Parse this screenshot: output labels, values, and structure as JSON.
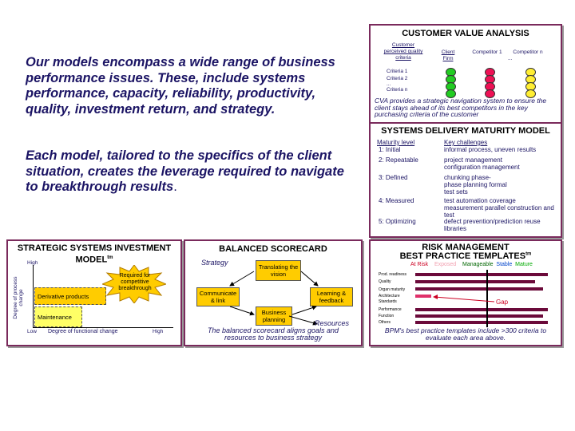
{
  "intro": {
    "para1": "Our models encompass a wide range of business performance issues. These, include systems performance, capacity, reliability, productivity, quality, investment return, and strategy.",
    "para2_main": "Each model, tailored to the specifics of the client situation, creates the leverage required to navigate to breakthrough results",
    "para2_end": "."
  },
  "cva": {
    "title": "CUSTOMER VALUE ANALYSIS",
    "col_criteria": "Customer perceived quality criteria",
    "col_client": "Client Firm",
    "col_comp1": "Competitor 1",
    "col_dots": "...",
    "col_compn": "Competitor n",
    "rows": [
      "Criteria 1",
      "Criteria 2",
      "...",
      "Criteria n"
    ],
    "colors": {
      "green": "#22cc22",
      "red": "#ee1155",
      "yellow": "#ffee33"
    },
    "footer": "CVA provides a strategic navigation system to ensure the client stays ahead of its best competitors in the key purchasing criteria of the customer"
  },
  "sdm": {
    "title": "SYSTEMS DELIVERY MATURITY MODEL",
    "col_level": "Maturity level",
    "col_challenges": "Key challenges",
    "levels": [
      {
        "level": "1: Initial",
        "challenge": "informal process, uneven results"
      },
      {
        "level": "2: Repeatable",
        "challenge": "project management configuration management"
      },
      {
        "level": "3: Defined",
        "challenge": "chunking phase-phase planning formal test sets"
      },
      {
        "level": "4: Measured",
        "challenge": "test automation coverage measurement parallel construction and test"
      },
      {
        "level": "5: Optimizing",
        "challenge": "defect prevention/prediction reuse libraries"
      }
    ]
  },
  "ssi": {
    "title": "STRATEGIC SYSTEMS INVESTMENT MODEL",
    "tm": "tm",
    "high_y": "High",
    "low": "Low",
    "high_x": "High",
    "y_axis": "Degree of process change",
    "x_axis": "Degree of functional change",
    "derivative": "Derivative products",
    "maintenance": "Maintenance",
    "burst": "Required for competitive breakthrough"
  },
  "bsc": {
    "title": "BALANCED SCORECARD",
    "strategy": "Strategy",
    "resources": "Resources",
    "translating": "Translating the vision",
    "communicate": "Communicate & link",
    "learning": "Learning & feedback",
    "business": "Business planning",
    "footer": "The balanced scorecard aligns goals and resources to business strategy"
  },
  "risk": {
    "title1": "RISK MANAGEMENT",
    "title2": "BEST PRACTICE TEMPLATES",
    "tm": "tm",
    "legend": [
      {
        "label": "At Risk",
        "color": "#cc0022"
      },
      {
        "label": "Exposed",
        "color": "#f2a0b0"
      },
      {
        "label": "Manageable",
        "color": "#006600"
      },
      {
        "label": "Stable",
        "color": "#0044cc"
      },
      {
        "label": "Mature",
        "color": "#00aa00"
      }
    ],
    "rows": [
      "Prod. readiness",
      "Quality",
      "Organ maturity",
      "Architecture",
      "Standards",
      "Performance",
      "Function",
      "Others"
    ],
    "gap": "Gap",
    "footer": "BPM's best practice templates include >300 criteria to evaluate each area above."
  }
}
